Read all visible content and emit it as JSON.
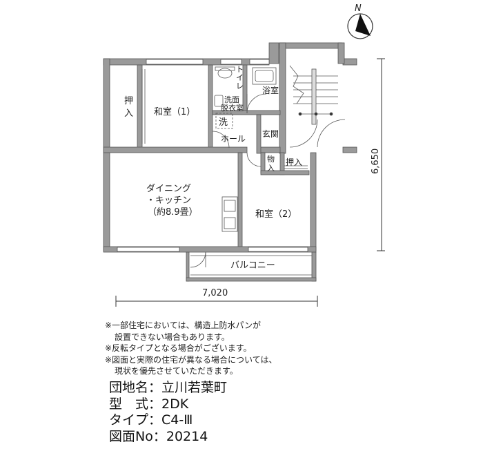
{
  "compass": {
    "label": "N"
  },
  "rooms": {
    "oshiire1": [
      "押",
      "入"
    ],
    "washitsu1": "和室（1）",
    "toilet": [
      "ト",
      "イ",
      "レ"
    ],
    "bath": "浴室",
    "washroom": [
      "洗面",
      "脱衣室"
    ],
    "washer": "洗",
    "hall": "ホール",
    "entrance": "玄関",
    "storage": [
      "物",
      "入"
    ],
    "oshiire2": "押入",
    "dk": [
      "ダイニング",
      "・キッチン",
      "（約8.9畳）"
    ],
    "washitsu2": "和室（2）",
    "balcony": "バルコニー"
  },
  "dimensions": {
    "height": "6,650",
    "width": "7,020"
  },
  "notes": [
    "※一部住宅においては、構造上防水パンが",
    "設置できない場合もあります。",
    "※反転タイプとなる場合がございます。",
    "※図面と実際の住宅が異なる場合については、",
    "現状を優先させていただきます。"
  ],
  "info": [
    {
      "key": "団地名",
      "sep": "：",
      "value": "立川若葉町"
    },
    {
      "key": "型　式",
      "sep": "：",
      "value": "2DK"
    },
    {
      "key": "タイプ",
      "sep": "：",
      "value": "C4-Ⅲ"
    },
    {
      "key": "図面No",
      "sep": "：",
      "value": "20214"
    }
  ]
}
